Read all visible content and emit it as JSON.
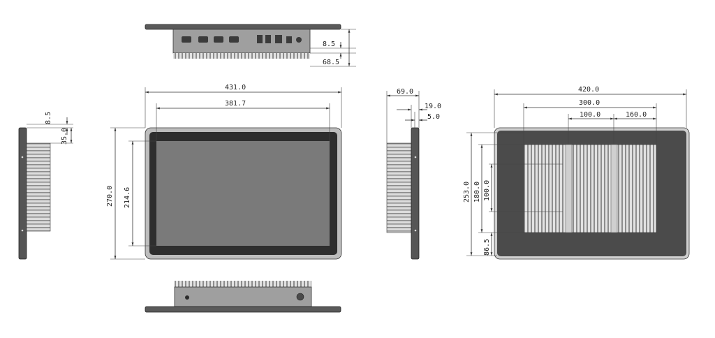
{
  "colors": {
    "bezel_outer": "#bdbdbd",
    "bezel_inner": "#2e2e2e",
    "screen": "#7a7a7a",
    "housing_dark": "#4b4b4b",
    "heatsink_light": "#d7d7d7",
    "heatsink_mid": "#9a9a9a",
    "line": "#333333"
  },
  "views": {
    "top": {
      "dims": {
        "d1": "8.5",
        "d2": "68.5"
      }
    },
    "front": {
      "dims": {
        "width_overall": "431.0",
        "width_screen": "381.7",
        "height_overall": "270.0",
        "height_screen": "214.6"
      }
    },
    "left": {
      "dims": {
        "d1": "8.5",
        "d2": "35.0"
      }
    },
    "right": {
      "dims": {
        "depth": "69.0",
        "d1": "19.0",
        "d2": "5.0"
      }
    },
    "back": {
      "dims": {
        "w_overall": "420.0",
        "w_mid": "300.0",
        "w_a": "100.0",
        "w_b": "160.0",
        "h_overall": "253.0",
        "h_a": "180.0",
        "h_b": "100.0",
        "h_c": "86.5"
      }
    }
  }
}
